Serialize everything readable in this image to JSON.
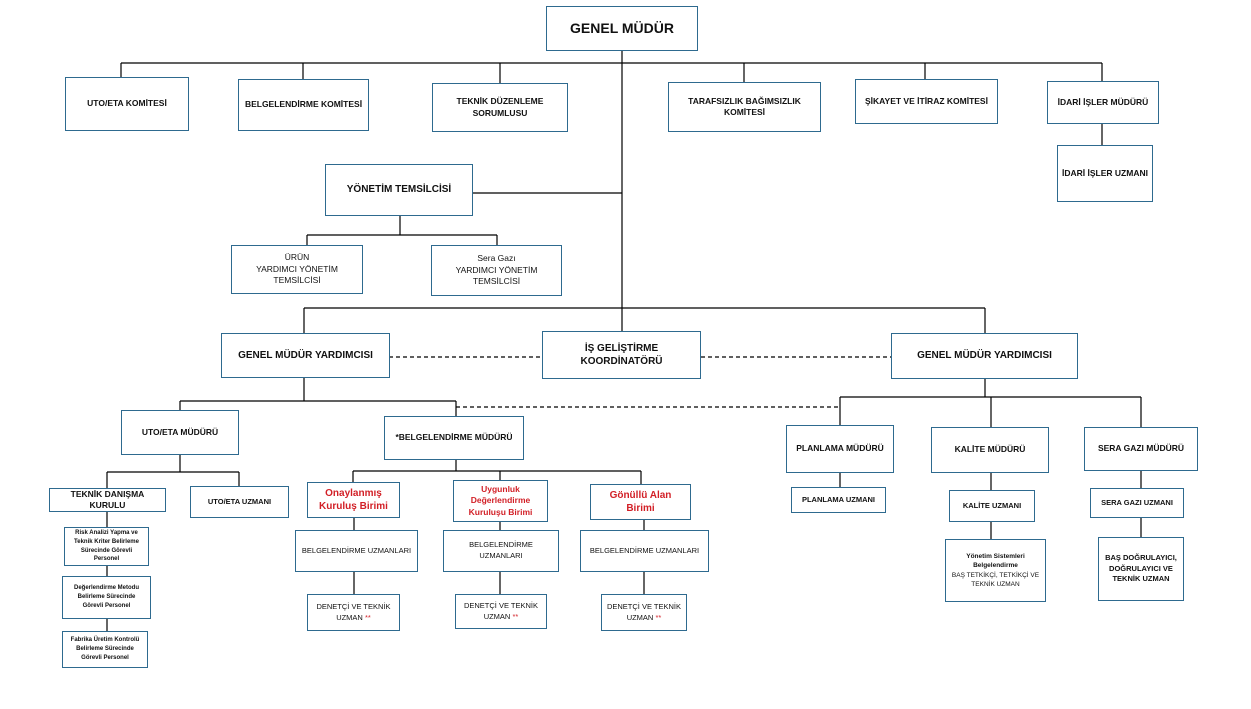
{
  "diagram": {
    "genel_mudur": "GENEL MÜDÜR",
    "committees": [
      {
        "id": "uto",
        "label": "UTO/ETA KOMİTESİ"
      },
      {
        "id": "belgelendirme",
        "label": "BELGELENDİRME KOMİTESİ"
      },
      {
        "id": "teknik",
        "label": "TEKNİK DÜZENLEME\nSORUMLUSU"
      },
      {
        "id": "tarafsizlik",
        "label": "TARAFSIZLIK BAĞIMSIZLIK\nKOMİTESİ"
      },
      {
        "id": "sikayet",
        "label": "ŞİKAYET VE İTİRAZ KOMİTESİ"
      },
      {
        "id": "idari",
        "label": "İDARİ İŞLER MÜDÜRÜ"
      }
    ],
    "idari_uzmani": "İDARİ İŞLER UZMANI",
    "yonetim_temsilcisi": "YÖNETİM TEMSİLCİSİ",
    "urun_yardimci": "ÜRÜN\nYARDIMCI YÖNETİM TEMSİLCİSİ",
    "sera_yardimci": "Sera Gazı\nYARDIMCI YÖNETİM TEMSİLCİSİ",
    "gmy_left": "GENEL MÜDÜR YARDIMCISI",
    "is_gelistirme": "İŞ GELİŞTİRME KOORDİNATÖRÜ",
    "gmy_right": "GENEL MÜDÜR YARDIMCISI",
    "uto_muduru": "UTO/ETA MÜDÜRÜ",
    "belgelendirme_muduru": "*BELGELENDİRME MÜDÜRÜ",
    "teknik_danisma": "TEKNİK DANIŞMA KURULU",
    "uto_uzmani": "UTO/ETA UZMANI",
    "personel_1": "Risk Analizi Yapma ve\nTeknik Kriter Belirleme\nSürecinde Görevli Personel",
    "personel_2": "Değerlendirme Metodu\nBelirleme Sürecinde\nGörevli Personel",
    "personel_3": "Fabrika Üretim Kontrolü\nBelirleme Sürecinde\nGörevli Personel",
    "units": [
      {
        "id": "onaylanmis",
        "title": "Onaylanmış\nKuruluş Birimi",
        "uzmanlar": "BELGELENDİRME UZMANLARI",
        "denetci": "DENETÇİ VE TEKNİK\nUZMAN",
        "stars": "**"
      },
      {
        "id": "uygunluk",
        "title": "Uygunluk\nDeğerlendirme\nKuruluşu Birimi",
        "uzmanlar": "BELGELENDİRME UZMANLARI",
        "denetci": "DENETÇİ VE TEKNİK\nUZMAN",
        "stars": "**"
      },
      {
        "id": "gonullu",
        "title": "Gönüllü Alan Birimi",
        "uzmanlar": "BELGELENDİRME UZMANLARI",
        "denetci": "DENETÇİ VE TEKNİK\nUZMAN",
        "stars": "**"
      }
    ],
    "planlama_muduru": "PLANLAMA MÜDÜRÜ",
    "planlama_uzmani": "PLANLAMA UZMANI",
    "kalite_muduru": "KALİTE MÜDÜRÜ",
    "kalite_uzmani": "KALİTE UZMANI",
    "yonetim_sistemleri_bold": "Yönetim Sistemleri\nBelgelendirme",
    "yonetim_sistemleri_rest": "BAŞ TETKİKÇİ, TETKİKÇİ VE\nTEKNİK UZMAN",
    "sera_muduru": "SERA GAZI MÜDÜRÜ",
    "sera_uzmani": "SERA GAZI UZMANI",
    "bas_dogrulayici": "BAŞ DOĞRULAYICI,\nDOĞRULAYICI VE\nTEKNİK UZMAN",
    "colors": {
      "border": "#2e6a8f",
      "line": "#000000",
      "red": "#d21f26"
    }
  }
}
